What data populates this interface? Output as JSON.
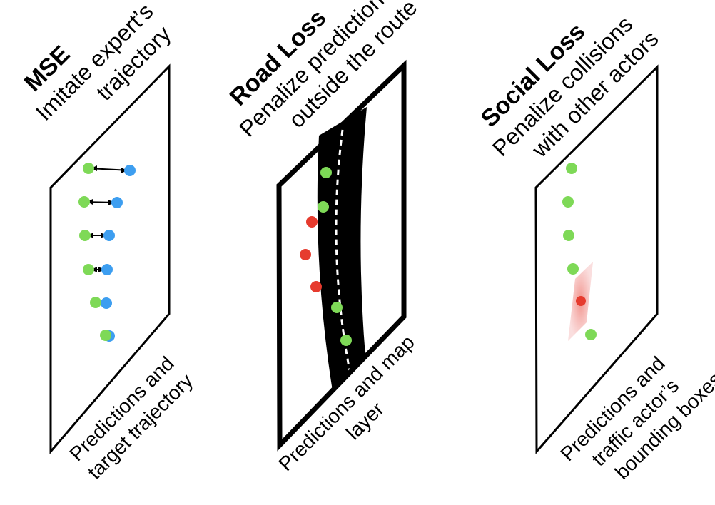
{
  "panels": {
    "mse": {
      "title": "MSE",
      "subtitle_lines": [
        "Imitate expert’s",
        "trajectory"
      ],
      "caption_lines": [
        "Predictions and",
        "target trajectory"
      ]
    },
    "road": {
      "title": "Road Loss",
      "subtitle_lines": [
        "Penalize predictions",
        "outside the route"
      ],
      "caption_lines": [
        "Predictions and map",
        "layer"
      ]
    },
    "social": {
      "title": "Social Loss",
      "subtitle_lines": [
        "Penalize collisions",
        "with other actors"
      ],
      "caption_lines": [
        "Predictions and",
        "traffic actor’s",
        "bounding boxes"
      ]
    }
  },
  "colors": {
    "prediction": "#7ed957",
    "target": "#3d9ef0",
    "violation": "#e63b2e",
    "road": "#000000",
    "lane_marking": "#ffffff",
    "bounding_box": "#f2a0a0"
  }
}
